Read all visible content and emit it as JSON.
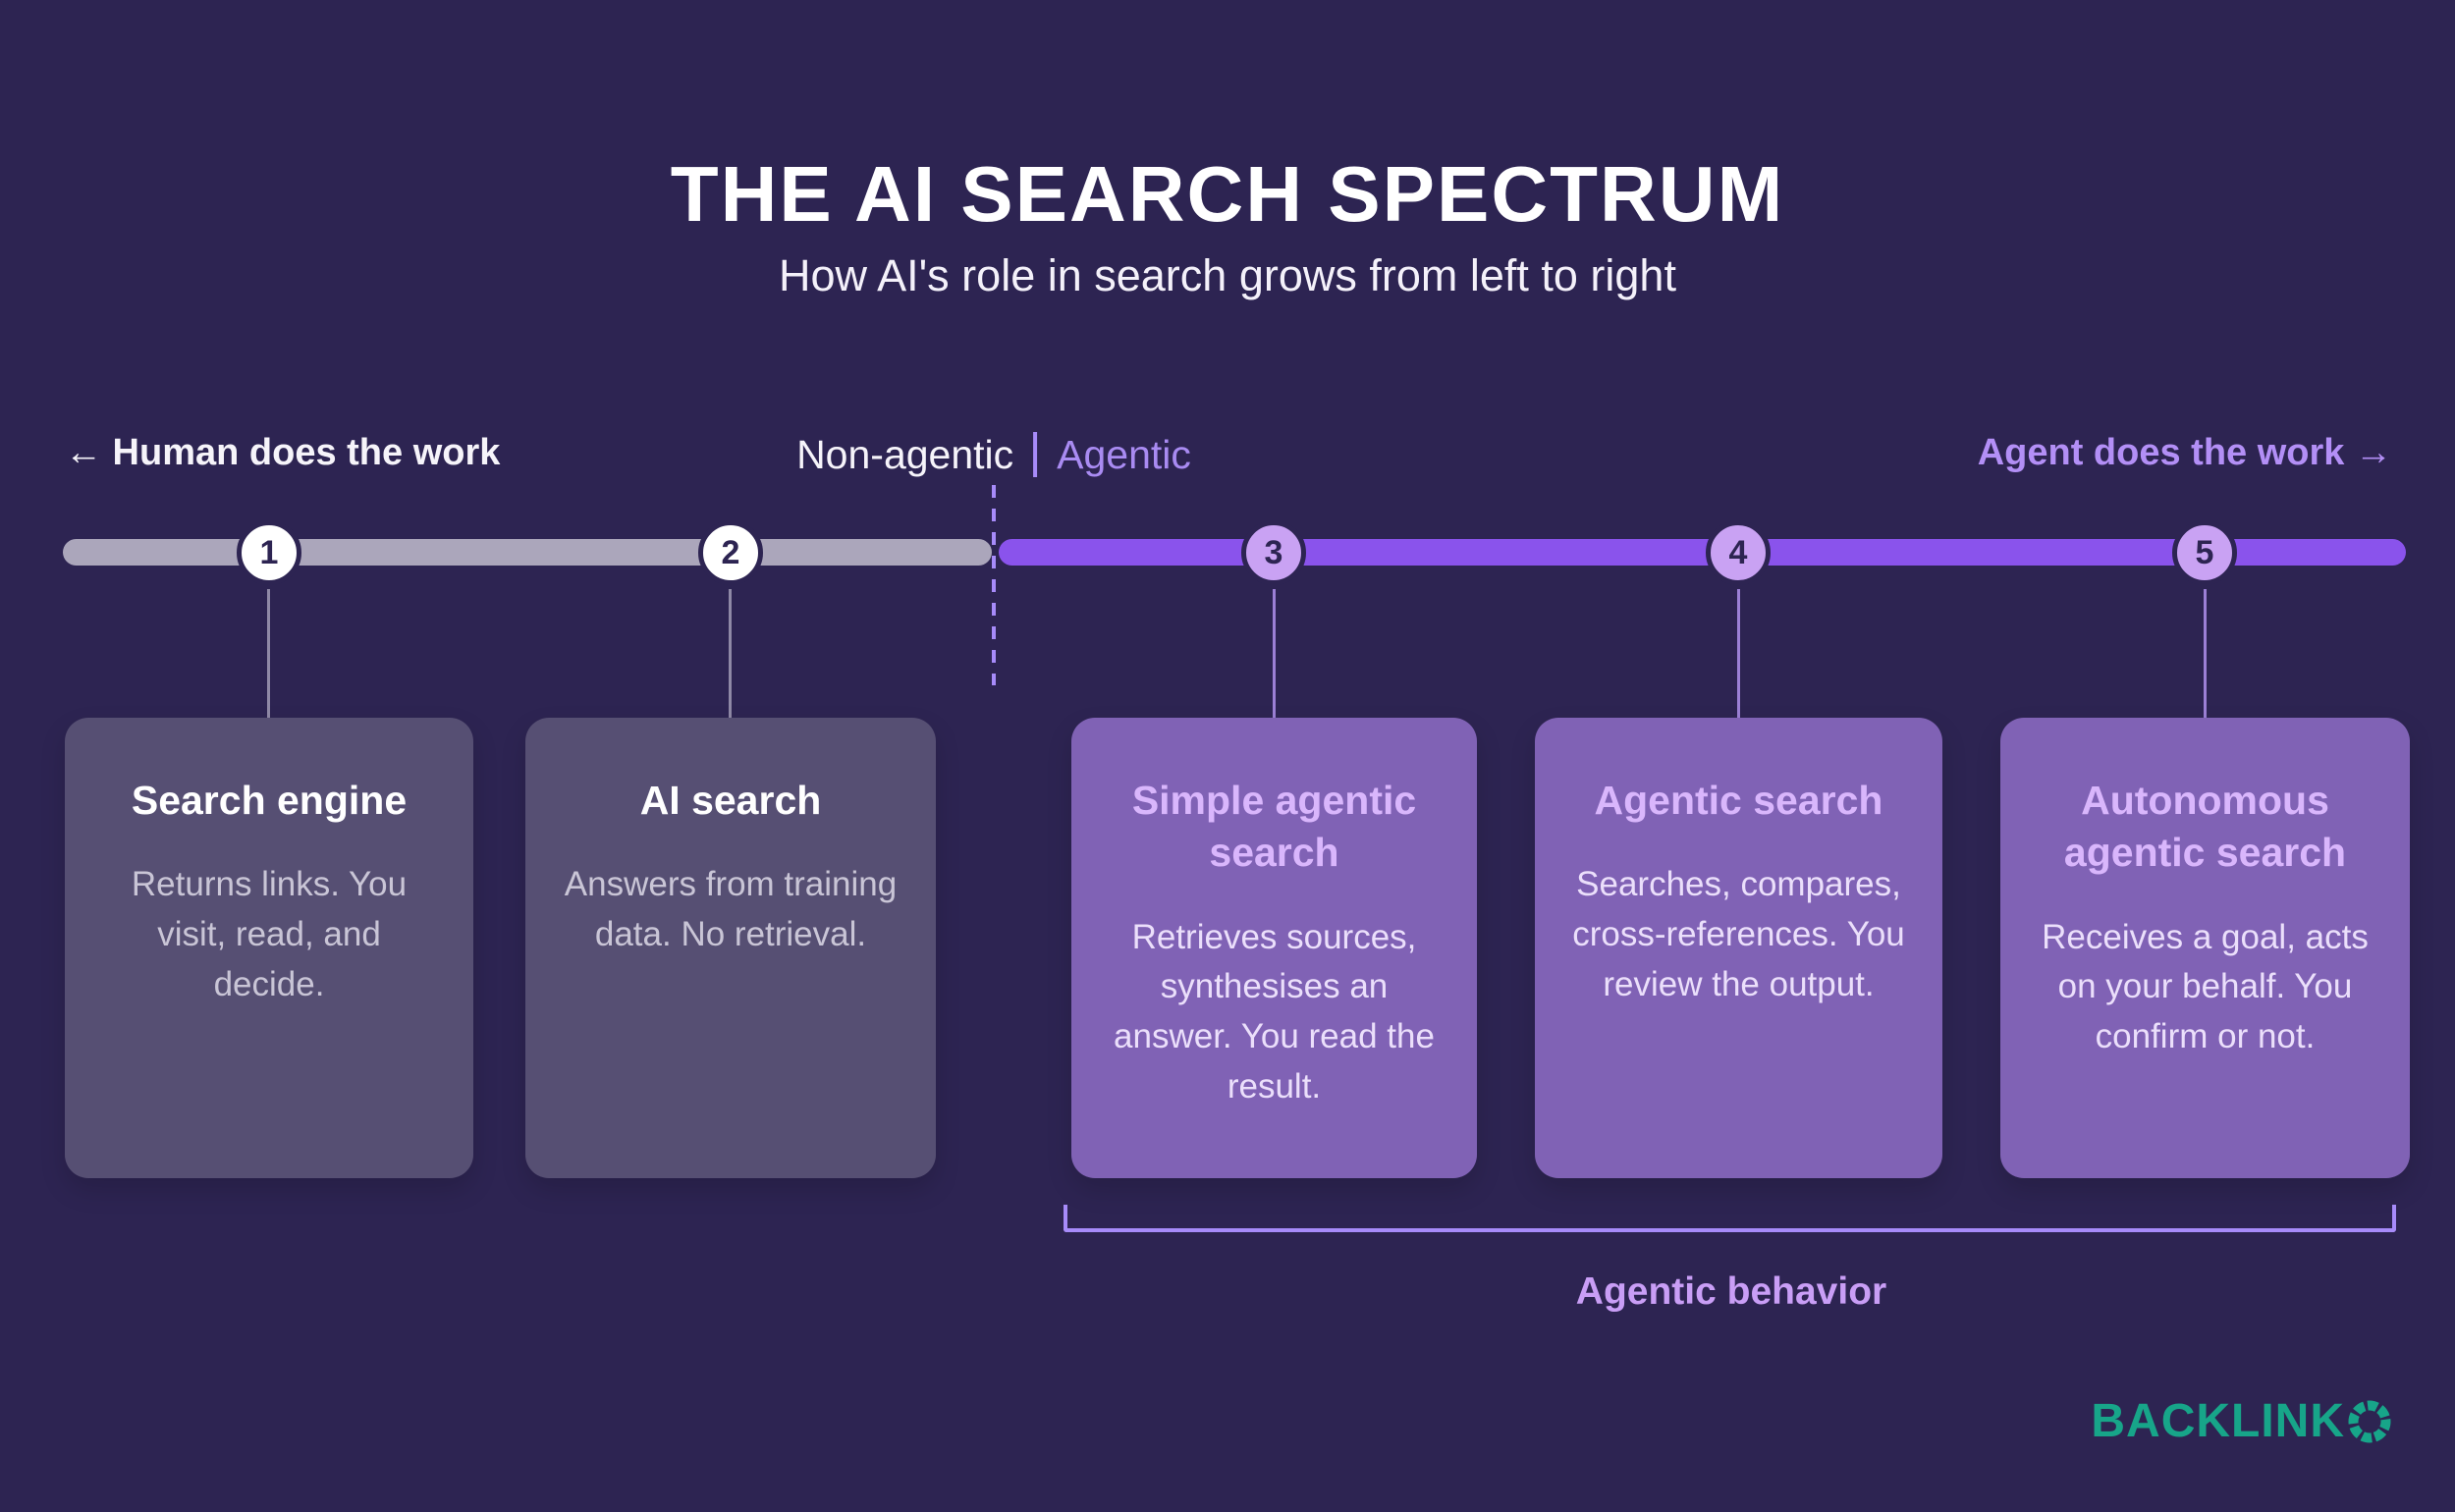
{
  "header": {
    "title": "THE AI SEARCH SPECTRUM",
    "subtitle": "How AI's role in search grows from left to right"
  },
  "spectrum": {
    "left_label": "← Human does the work",
    "non_agentic_label": "Non-agentic",
    "agentic_label": "Agentic",
    "right_label": "Agent does the work →"
  },
  "timeline": {
    "nodes": [
      {
        "number": "1"
      },
      {
        "number": "2"
      },
      {
        "number": "3"
      },
      {
        "number": "4"
      },
      {
        "number": "5"
      }
    ]
  },
  "cards": [
    {
      "title": "Search engine",
      "body": "Returns links. You visit, read, and decide."
    },
    {
      "title": "AI search",
      "body": "Answers from training data. No retrieval."
    },
    {
      "title": "Simple agentic search",
      "body": "Retrieves sources, synthesises an answer. You read the result."
    },
    {
      "title": "Agentic search",
      "body": "Searches, compares, cross-references. You review the output."
    },
    {
      "title": "Autonomous agentic search",
      "body": "Receives a goal, acts on your behalf. You confirm or not."
    }
  ],
  "bracket": {
    "label": "Agentic behavior"
  },
  "logo": {
    "text": "BACKLINK",
    "brand": "BACKLINKO"
  },
  "colors": {
    "background": "#2D2452",
    "bar_non_agentic": "#ABA6BB",
    "bar_agentic": "#8A53EC",
    "node_agentic_fill": "#C9A2F3",
    "accent_light_purple": "#A78BFA",
    "card_muted_bg": "#564F73",
    "card_agentic_bg": "#8062B5",
    "card_agentic_title": "#D9B6FC",
    "brand_teal": "#17A589"
  }
}
